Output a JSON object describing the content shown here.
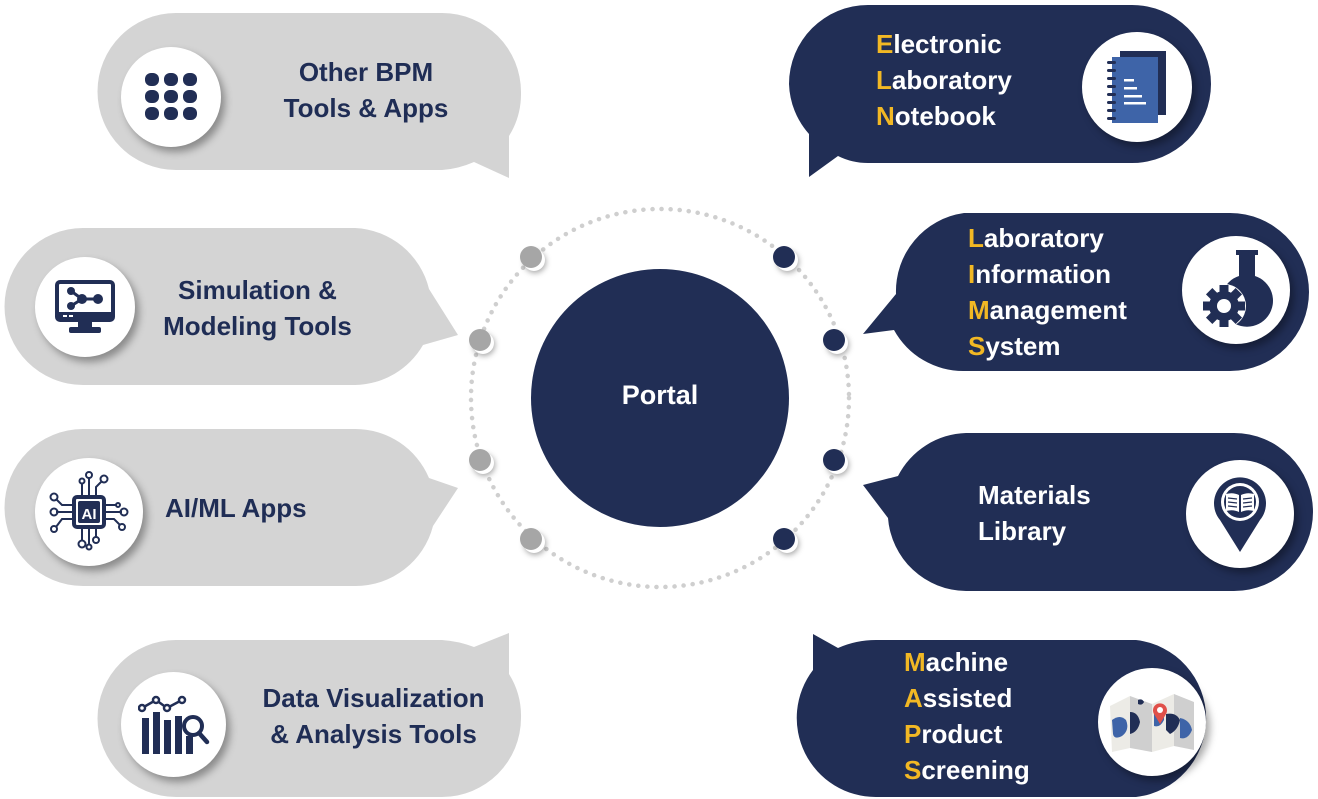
{
  "center": {
    "label": "Portal"
  },
  "colors": {
    "navy": "#212e55",
    "gray_bubble": "#d4d4d4",
    "accent_yellow": "#f2b824",
    "gray_node": "#a6a6a6",
    "white": "#ffffff"
  },
  "left_items": [
    {
      "id": "other-bpm",
      "icon": "app-grid-icon",
      "lines": [
        "Other BPM",
        "Tools & Apps"
      ]
    },
    {
      "id": "simulation",
      "icon": "monitor-network-icon",
      "lines": [
        "Simulation &",
        "Modeling Tools"
      ]
    },
    {
      "id": "ai-ml",
      "icon": "ai-chip-icon",
      "lines": [
        "AI/ML Apps"
      ]
    },
    {
      "id": "data-viz",
      "icon": "chart-magnifier-icon",
      "lines": [
        "Data Visualization",
        "& Analysis Tools"
      ]
    }
  ],
  "right_items": [
    {
      "id": "eln",
      "icon": "notebook-icon",
      "lines": [
        {
          "initial": "E",
          "rest": "lectronic"
        },
        {
          "initial": "L",
          "rest": "aboratory"
        },
        {
          "initial": "N",
          "rest": "otebook"
        }
      ]
    },
    {
      "id": "lims",
      "icon": "flask-gear-icon",
      "lines": [
        {
          "initial": "L",
          "rest": "aboratory"
        },
        {
          "initial": "I",
          "rest": "nformation"
        },
        {
          "initial": "M",
          "rest": "anagement"
        },
        {
          "initial": "S",
          "rest": "ystem"
        }
      ]
    },
    {
      "id": "materials-library",
      "icon": "book-pin-icon",
      "lines": [
        {
          "initial": "",
          "rest": "Materials"
        },
        {
          "initial": "",
          "rest": "Library"
        }
      ]
    },
    {
      "id": "maps",
      "icon": "map-pin-icon",
      "lines": [
        {
          "initial": "M",
          "rest": "achine"
        },
        {
          "initial": "A",
          "rest": "ssisted"
        },
        {
          "initial": "P",
          "rest": "roduct"
        },
        {
          "initial": "S",
          "rest": "creening"
        }
      ]
    }
  ]
}
